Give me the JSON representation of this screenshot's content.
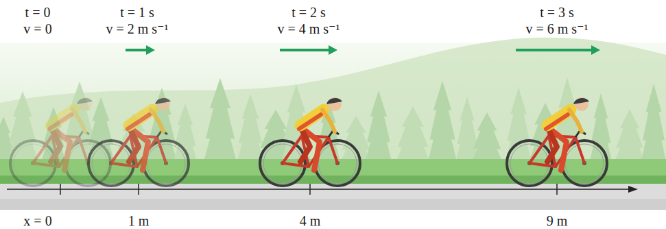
{
  "diagram": {
    "labels": [
      "t = 0",
      "v = 0",
      "t = 1 s",
      "v = 2 m s⁻¹",
      "t = 2 s",
      "v = 4 m s⁻¹",
      "t = 3 s",
      "v = 6 m s⁻¹",
      "x = 0",
      "1 m",
      "4 m",
      "9 m"
    ]
  }
}
